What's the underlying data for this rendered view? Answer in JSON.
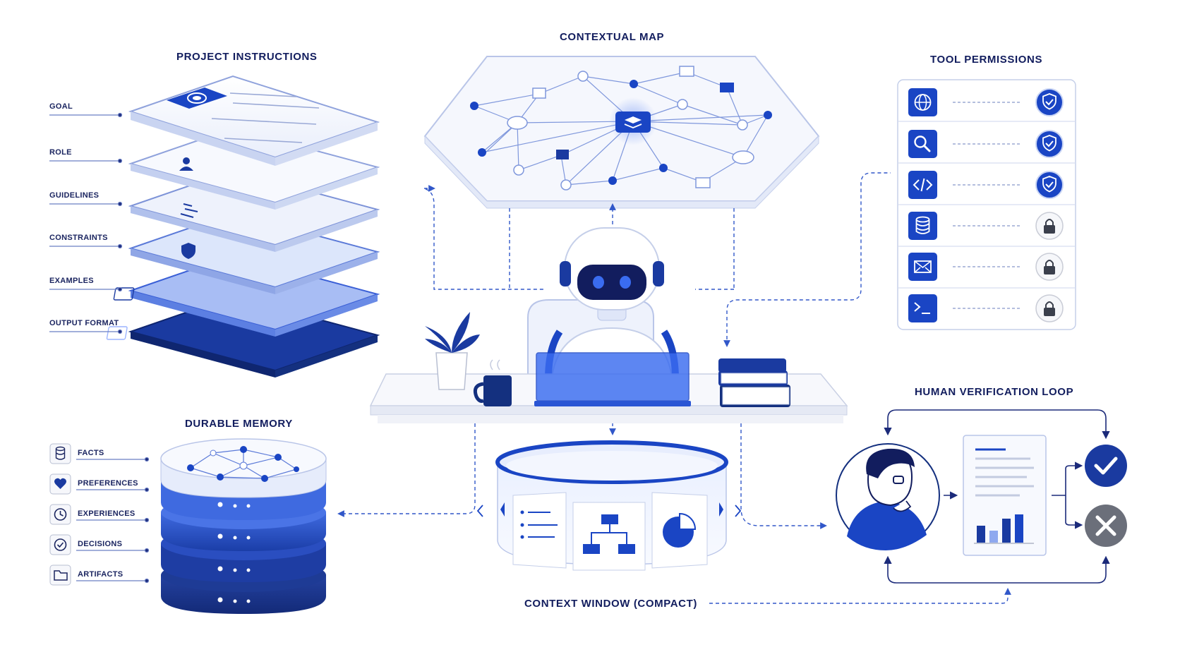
{
  "titles": {
    "project_instructions": "PROJECT INSTRUCTIONS",
    "contextual_map": "CONTEXTUAL MAP",
    "tool_permissions": "TOOL PERMISSIONS",
    "durable_memory": "DURABLE MEMORY",
    "human_verification_loop": "HUMAN VERIFICATION LOOP",
    "context_window": "CONTEXT WINDOW (COMPACT)"
  },
  "project_instructions": {
    "items": [
      "GOAL",
      "ROLE",
      "GUIDELINES",
      "CONSTRAINTS",
      "EXAMPLES",
      "OUTPUT FORMAT"
    ]
  },
  "durable_memory": {
    "items": [
      {
        "label": "FACTS",
        "icon": "database-icon"
      },
      {
        "label": "PREFERENCES",
        "icon": "heart-icon"
      },
      {
        "label": "EXPERIENCES",
        "icon": "clock-icon"
      },
      {
        "label": "DECISIONS",
        "icon": "check-circle-icon"
      },
      {
        "label": "ARTIFACTS",
        "icon": "folder-icon"
      }
    ]
  },
  "tool_permissions": {
    "rows": [
      {
        "tool_icon": "globe-icon",
        "status": "allowed",
        "status_icon": "shield-check-icon"
      },
      {
        "tool_icon": "search-icon",
        "status": "allowed",
        "status_icon": "shield-check-icon"
      },
      {
        "tool_icon": "code-icon",
        "status": "allowed",
        "status_icon": "shield-check-icon"
      },
      {
        "tool_icon": "database-icon",
        "status": "locked",
        "status_icon": "lock-icon"
      },
      {
        "tool_icon": "mail-icon",
        "status": "locked",
        "status_icon": "lock-icon"
      },
      {
        "tool_icon": "terminal-icon",
        "status": "locked",
        "status_icon": "lock-icon"
      }
    ]
  },
  "colors": {
    "navy": "#121d5e",
    "primary_blue": "#1a45c4",
    "deep_blue": "#14329a",
    "light_blue": "#dbe5fb",
    "connector": "#3157c9",
    "gray_reject": "#6b6f7a"
  }
}
